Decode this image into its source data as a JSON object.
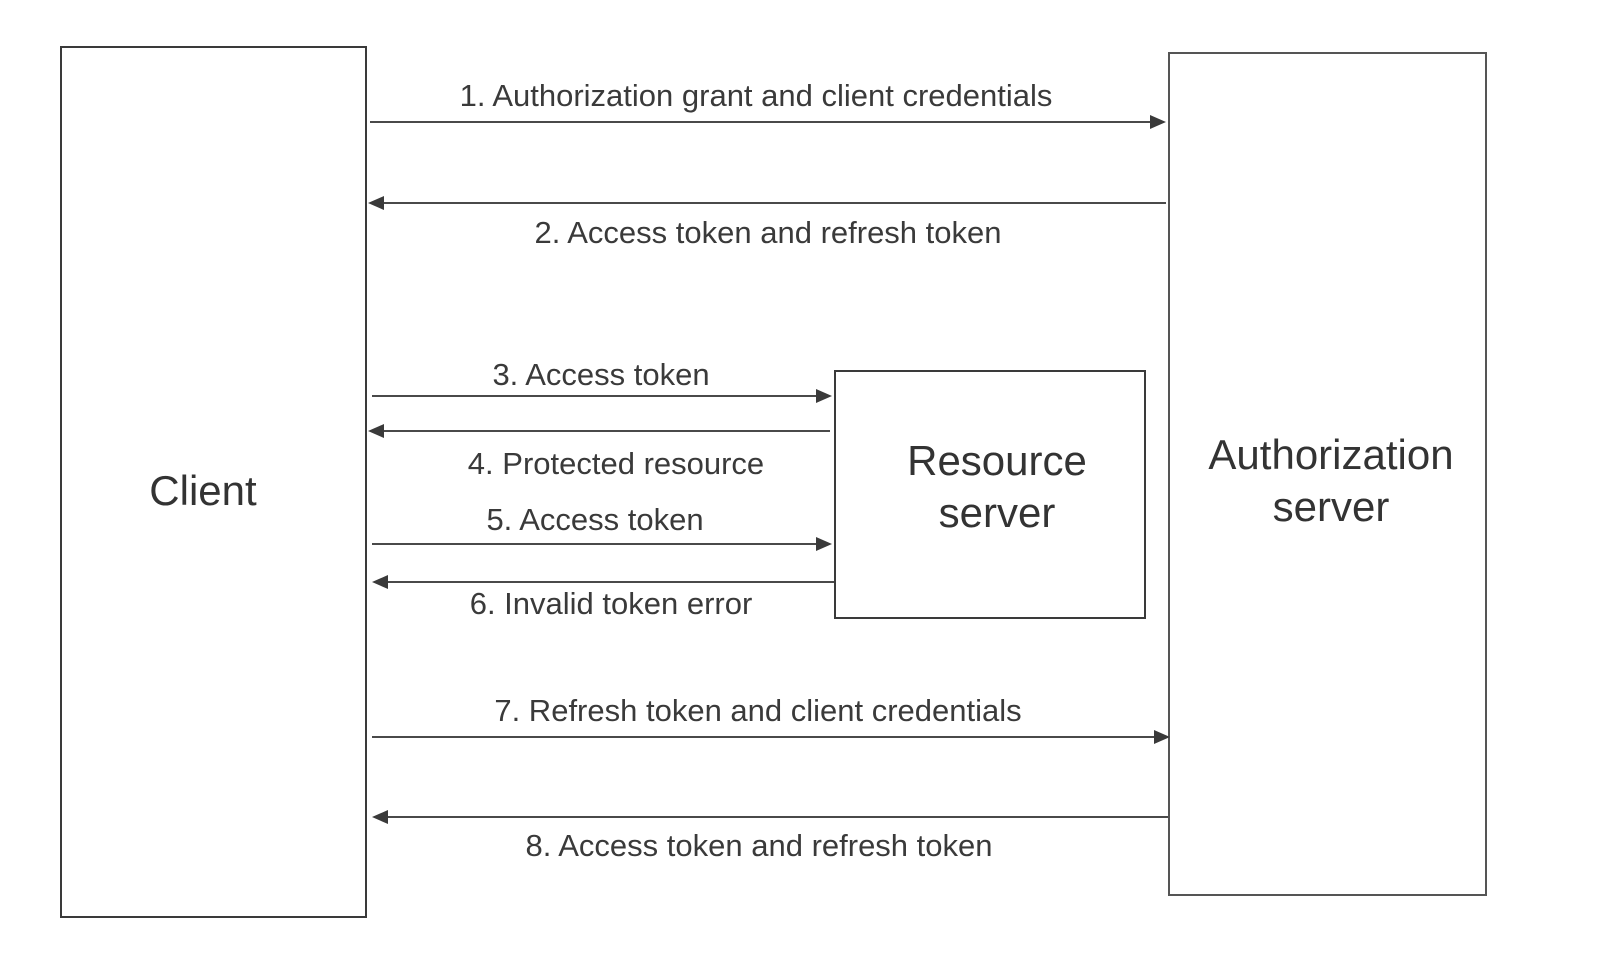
{
  "diagram": {
    "participants": {
      "client": {
        "label": "Client"
      },
      "resource_server": {
        "line1": "Resource",
        "line2": "server"
      },
      "authorization_server": {
        "line1": "Authorization",
        "line2": "server"
      }
    },
    "messages": [
      {
        "label": "1. Authorization grant and client credentials",
        "from": "client",
        "to": "authorization_server"
      },
      {
        "label": "2. Access token and refresh token",
        "from": "authorization_server",
        "to": "client"
      },
      {
        "label": "3. Access token",
        "from": "client",
        "to": "resource_server"
      },
      {
        "label": "4. Protected resource",
        "from": "resource_server",
        "to": "client"
      },
      {
        "label": "5. Access token",
        "from": "client",
        "to": "resource_server"
      },
      {
        "label": "6. Invalid token error",
        "from": "resource_server",
        "to": "client"
      },
      {
        "label": "7. Refresh token and client credentials",
        "from": "client",
        "to": "authorization_server"
      },
      {
        "label": "8. Access token and refresh token",
        "from": "authorization_server",
        "to": "client"
      }
    ]
  }
}
